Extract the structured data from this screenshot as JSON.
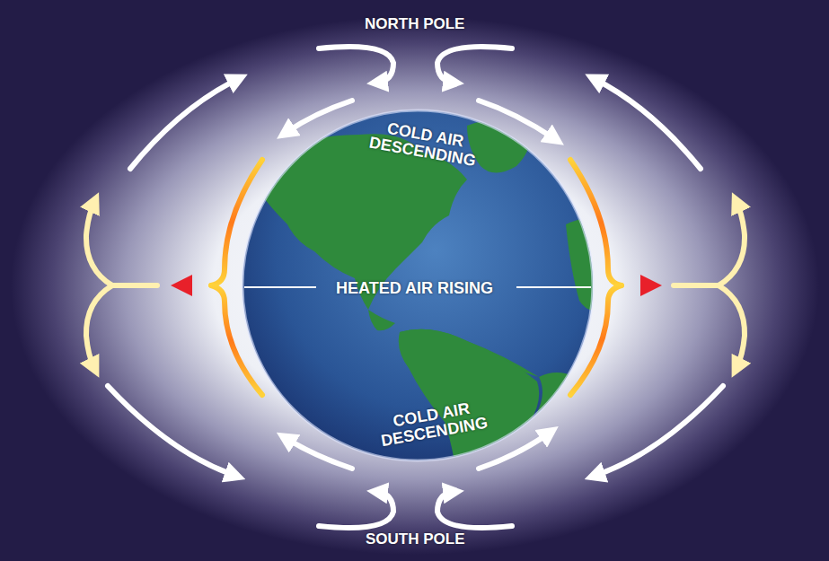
{
  "diagram": {
    "labels": [
      "NORTH POLE",
      "COLD AIR DESCENDING",
      "HEATED AIR RISING",
      "COLD AIR DESCENDING",
      "SOUTH POLE"
    ]
  }
}
